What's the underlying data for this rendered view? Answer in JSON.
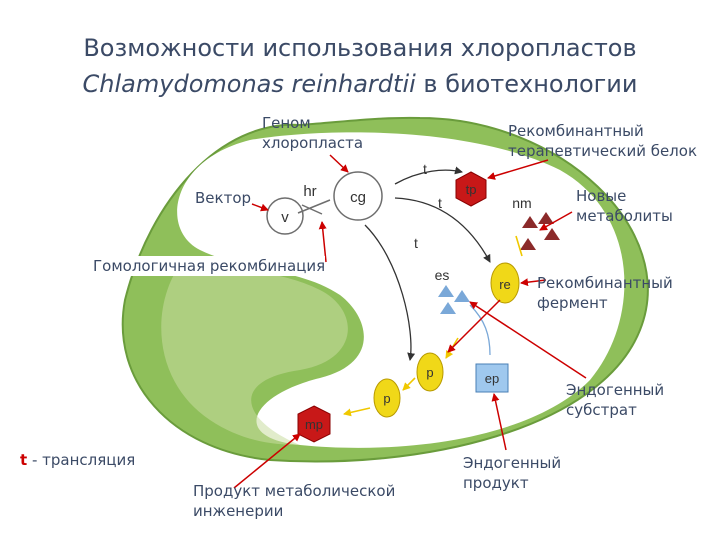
{
  "title": {
    "line1": "Возможности использования хлоропластов",
    "species": "Chlamydomonas reinhardtii",
    "suffix": "в биотехнологии"
  },
  "labels": {
    "genome": {
      "l1": "Геном",
      "l2": "хлоропласта"
    },
    "tp": {
      "l1": "Рекомбинантный",
      "l2": "терапевтический белок"
    },
    "vector": "Вектор",
    "nm": {
      "l1": "Новые",
      "l2": "метаболиты"
    },
    "hr": "Гомологичная рекомбинация",
    "re": {
      "l1": "Рекомбинантный",
      "l2": "фермент"
    },
    "es": {
      "l1": "Эндогенный",
      "l2": "субстрат"
    },
    "legend_t": "t",
    "legend_text": " - трансляция",
    "ep": {
      "l1": "Эндогенный",
      "l2": "продукт"
    },
    "mp": {
      "l1": "Продукт метаболической",
      "l2": "инженерии"
    }
  },
  "diagram": {
    "cg": "cg",
    "v": "v",
    "hr": "hr",
    "t": "t",
    "tp": "tp",
    "nm": "nm",
    "es": "es",
    "re": "re",
    "ep": "ep",
    "p": "p",
    "mp": "mp"
  },
  "colors": {
    "title": "#3b4a66",
    "chloroplast": "#8fbf5a",
    "pointer": "#cc0000",
    "protein": "#f0d818",
    "product": "#c81818",
    "substrate": "#7aa8d8"
  }
}
